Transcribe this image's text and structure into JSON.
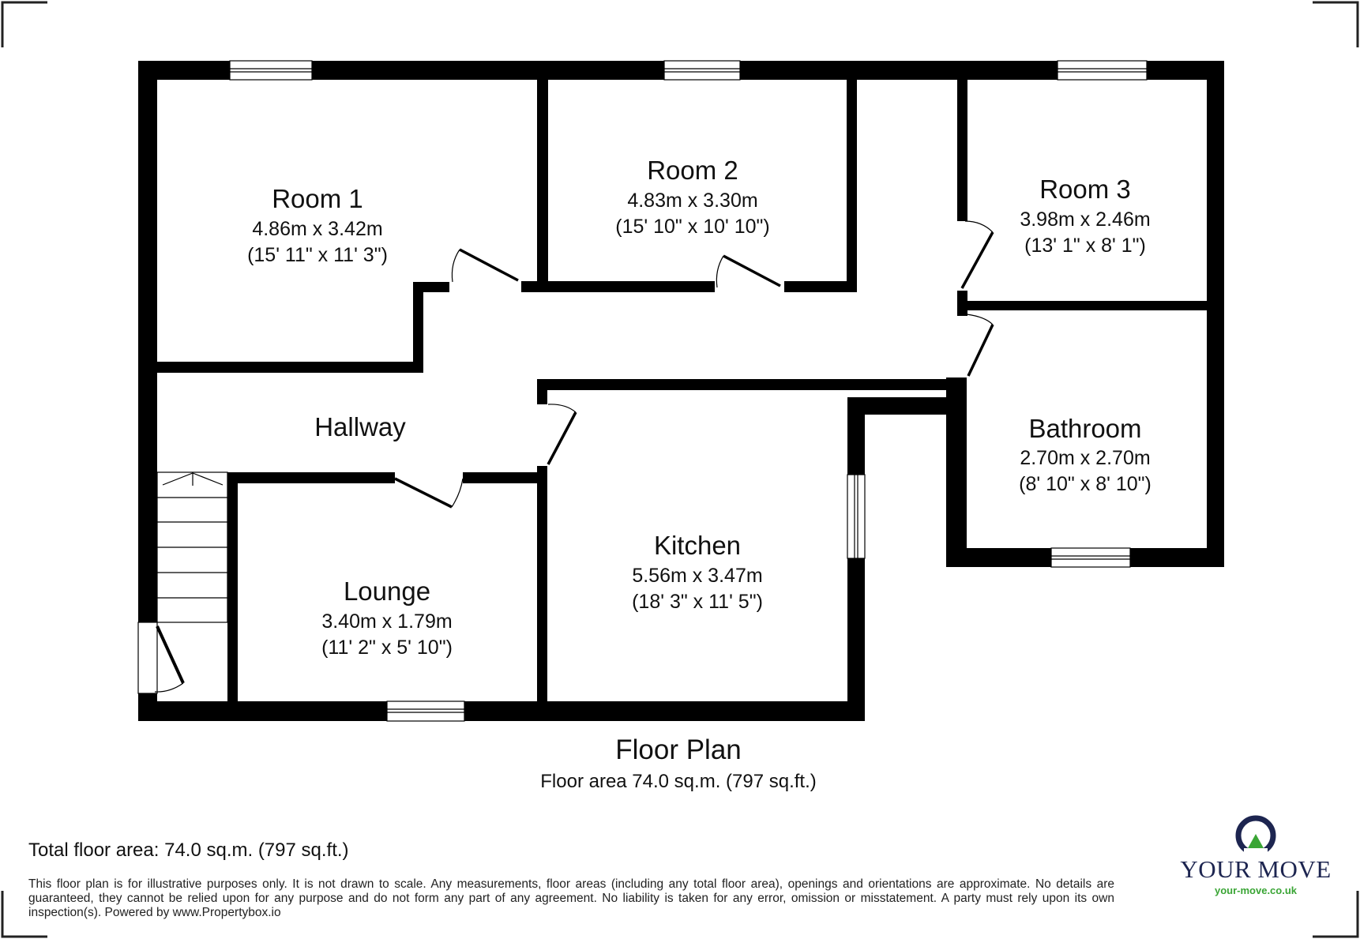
{
  "rooms": [
    {
      "name": "Room 1",
      "metric": "4.86m x 3.42m",
      "imperial": "(15' 11\" x 11' 3\")"
    },
    {
      "name": "Room 2",
      "metric": "4.83m x 3.30m",
      "imperial": "(15' 10\" x 10' 10\")"
    },
    {
      "name": "Room 3",
      "metric": "3.98m x 2.46m",
      "imperial": "(13' 1\" x 8' 1\")"
    },
    {
      "name": "Bathroom",
      "metric": "2.70m x 2.70m",
      "imperial": "(8' 10\" x 8' 10\")"
    },
    {
      "name": "Kitchen",
      "metric": "5.56m x 3.47m",
      "imperial": "(18' 3\" x 11' 5\")"
    },
    {
      "name": "Lounge",
      "metric": "3.40m x 1.79m",
      "imperial": "(11' 2\" x 5' 10\")"
    },
    {
      "name": "Hallway"
    }
  ],
  "plan": {
    "title": "Floor Plan",
    "area": "Floor area 74.0 sq.m. (797 sq.ft.)"
  },
  "footer": {
    "total": "Total floor area: 74.0 sq.m. (797 sq.ft.)",
    "disclaimer": "This floor plan is for illustrative purposes only. It is not drawn to scale. Any measurements, floor areas (including any total floor area), openings and orientations are approximate. No details are guaranteed, they cannot be relied upon for any purpose and do not form any part of any agreement. No liability is taken for any error, omission or misstatement. A party must rely upon its own inspection(s). Powered by www.Propertybox.io"
  },
  "brand": {
    "name": "YOUR MOVE",
    "url": "your-move.co.uk",
    "navy": "#1d2550",
    "green": "#3aa535"
  },
  "colors": {
    "wall": "#000000",
    "background": "#ffffff"
  }
}
